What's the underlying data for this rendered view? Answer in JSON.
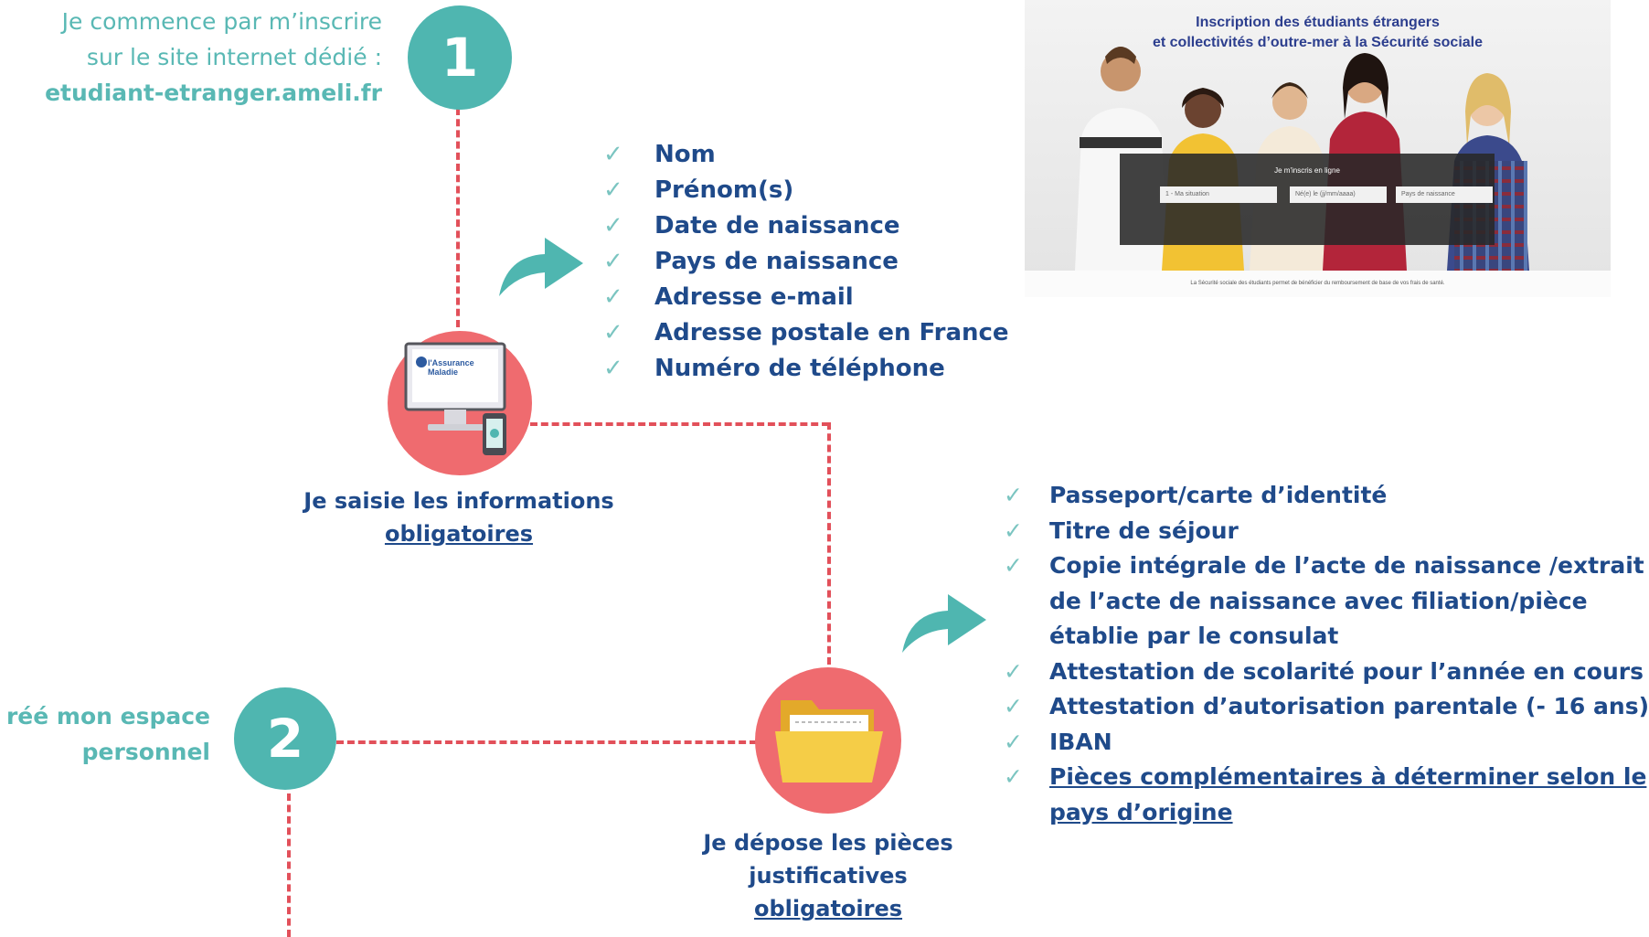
{
  "step1": {
    "number": "1",
    "intro_line1": "Je commence  par m’inscrire",
    "intro_line2": "sur le site internet dédié :",
    "url": "etudiant-etranger.ameli.fr"
  },
  "website_preview": {
    "title_line1": "Inscription des étudiants étrangers",
    "title_line2": "et collectivités d’outre-mer à la Sécurité sociale",
    "panel_title": "Je m'inscris en ligne",
    "select1": "1 - Ma situation",
    "select2": "Né(e) le (jj/mm/aaaa)",
    "select3": "Pays de naissance",
    "footer": "La Sécurité sociale des étudiants permet de bénéficier du remboursement de base de vos frais de santé."
  },
  "info_step": {
    "monitor_logo": "l'Assurance Maladie",
    "caption_line1": "Je saisie les informations",
    "caption_line2": "obligatoires",
    "fields": [
      "Nom",
      "Prénom(s)",
      "Date de naissance",
      "Pays de naissance",
      "Adresse e-mail",
      "Adresse postale en France",
      "Numéro de téléphone"
    ]
  },
  "step2": {
    "number": "2",
    "text_line1": "réé mon espace",
    "text_line2": "personnel"
  },
  "documents_step": {
    "caption_line1": "Je dépose les pièces",
    "caption_line2_prefix": "justificatives",
    "caption_line2_underlined": "obligatoires",
    "documents": [
      "Passeport/carte d’identité",
      "Titre de séjour",
      "Copie intégrale de l’acte de naissance /extrait",
      "de l’acte de naissance avec filiation/pièce",
      "établie par le consulat",
      "Attestation de scolarité pour l’année en cours",
      "Attestation d’autorisation parentale (- 16 ans)",
      "IBAN",
      "Pièces complémentaires à déterminer selon le",
      "pays d’origine"
    ]
  },
  "colors": {
    "teal": "#4fb6b0",
    "coral": "#ef6b6f",
    "navy_text": "#1f4a8a",
    "dash": "#e2505a"
  },
  "icons": {
    "check": "check-icon",
    "arrow": "curved-arrow-icon",
    "computer": "computer-icon",
    "folder": "folder-icon"
  }
}
